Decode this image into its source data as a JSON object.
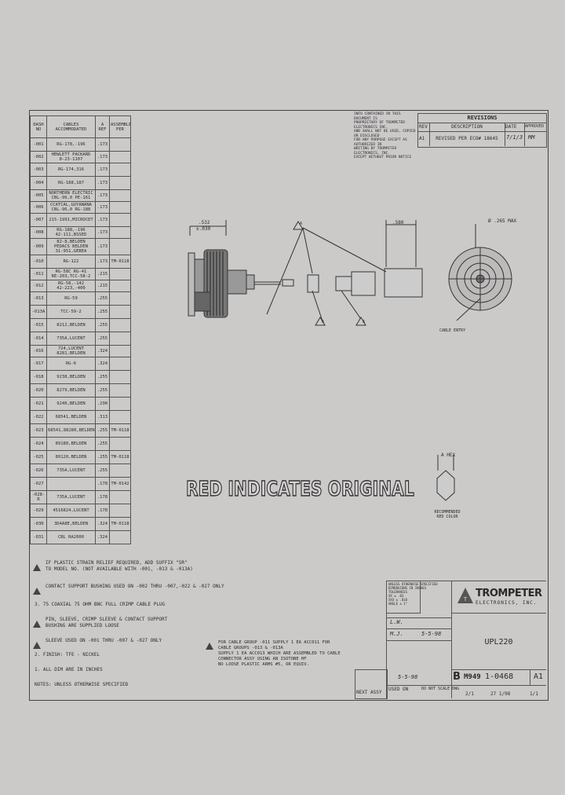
{
  "table": {
    "headers": [
      "DASH\nNO",
      "CABLES\nACCOMMODATED",
      "A\nREF",
      "ASSEMBLE\nPER"
    ],
    "rows": [
      [
        "-001",
        "RG-178,-196",
        ".173",
        ""
      ],
      [
        "-002",
        "HEWLETT PACKARD\n8-23-1107",
        ".173",
        ""
      ],
      [
        "-003",
        "RG-174,316",
        ".173",
        ""
      ],
      [
        "-004",
        "RG-188,187",
        ".173",
        ""
      ],
      [
        "-005",
        "NORTHERN ELECTRIC\nCBL-96,0 PE-161",
        ".173",
        ""
      ],
      [
        "-006",
        "CCATCAL,GUYANANA\nCBL-96,0 RG-188",
        ".173",
        ""
      ],
      [
        "-007",
        "215-1991,MICROCDT",
        ".173",
        ""
      ],
      [
        "-008",
        "RG-188,-196\n42-111,BSSED",
        ".173",
        ""
      ],
      [
        "-009",
        "82-8,BELDEN\nPEDACS BELDEN\n31-951,GEBEA",
        ".173",
        ""
      ],
      [
        "-010",
        "RG-122",
        ".173",
        "TM-0118"
      ],
      [
        "-011",
        "RG-58C RG-41\nRE-203,TCC-58-2",
        ".215",
        ""
      ],
      [
        "-012",
        "RG-58,-142\n42-223,-400",
        ".215",
        ""
      ],
      [
        "-013",
        "RG-59",
        ".255",
        ""
      ],
      [
        "-013A",
        "TCC-59-2",
        ".255",
        ""
      ],
      [
        "-015",
        "8212,BELDEN",
        ".255",
        ""
      ],
      [
        "-014",
        "735A,LUCENT",
        ".255",
        ""
      ],
      [
        "-016",
        "724,LUCENT\n8281,BELDEN",
        ".324",
        ""
      ],
      [
        "-017",
        "RG-6",
        ".324",
        ""
      ],
      [
        "-018",
        "9238,BELDEN",
        ".255",
        ""
      ],
      [
        "-020",
        "8279,BELDEN",
        ".255",
        ""
      ],
      [
        "-021",
        "9240,BELDEN",
        ".290",
        ""
      ],
      [
        "-022",
        "68541,BELDEN",
        ".313",
        ""
      ],
      [
        "-023",
        "68541,88280,BELDEN",
        ".255",
        "TM-0118"
      ],
      [
        "-024",
        "89180,BELDEN",
        ".255",
        ""
      ],
      [
        "-025",
        "89120,BELDEN",
        ".255",
        "TM-0118"
      ],
      [
        "-026",
        "735A,LUCENT",
        ".255",
        ""
      ],
      [
        "-027",
        "",
        ".178",
        "TM-0142"
      ],
      [
        "-028-R",
        "735A,LUCENT",
        ".178",
        ""
      ],
      [
        "-029",
        "4516824,LUCENT",
        ".178",
        ""
      ],
      [
        "-030",
        "3D4A8E,BELDEN",
        ".324",
        "TM-0118"
      ],
      [
        "-031",
        "CBL RA2000",
        ".324",
        ""
      ]
    ]
  },
  "revisions": {
    "notice": "INFO CONTAINED IN THIS DOCUMENT IS\nPROPRIETARY OF TROMPETER ELECTRONICS INC.\nAND SHALL NOT BE USED, COPIED OR DISCLOSED\nFOR ANY PURPOSE EXCEPT AS AUTHORIZED IN\nWRITING BY TROMPETER ELECTRONICS, INC.\nEXCEPT WITHOUT PRIOR NOTICE",
    "title": "REVISIONS",
    "col_rev": "REV",
    "col_desc": "DESCRIPTION",
    "col_date": "DATE",
    "col_approved": "APPROVED",
    "rev": "A1",
    "desc": "REVISED PER ECO# 18645",
    "date": "7/1/3",
    "approved": "MM"
  },
  "drawing": {
    "dim_left": ".532",
    "dim_left2": "±.030",
    "dim_right": ".580",
    "dia_label": "Ø .265 MAX",
    "cable_entry": "CABLE ENTRY",
    "flag_a": "A",
    "flag_b": "A",
    "flag_c": "A",
    "hex": "A HEX",
    "hex_note": "RECOMMENDED\nRED COLOR"
  },
  "watermark": "RED INDICATES ORIGINAL",
  "notes": [
    "IF PLASTIC STRAIN RELIEF REQUIRED, ADD SUFFIX \"SR\"\nTO MODEL NO. (NOT AVAILABLE WITH -001, -013 & -013A)",
    "CONTACT SUPPORT BUSHING USED ON -002 THRU -007,-022 & -027 ONLY",
    "3. 75 COAXIAL 75 OHM BNC FULL CRIMP CABLE PLUG",
    "PIN, SLEEVE, CRIMP SLEEVE & CONTACT SUPPORT\nBUSHING ARE SUPPLIED LOOSE",
    "SLEEVE USED ON -001 THRU -007 & -027 ONLY",
    "2. FINISH: TFE - NICKEL",
    "1. ALL DIM ARE IN INCHES",
    "NOTES: UNLESS OTHERWISE SPECIFIED"
  ],
  "note_right": "FOR CABLE GROUP -011 SUPPLY 1 EA ACC011 FOR\nCABLE GROUPS -013 & -013A\nSUPPLY 1 EA ACC013 WHICH ARE ASSEMBLED TO CABLE\nCONNECTOR ASSY USING AN ISOTONE HF\nNO LOOSE PLASTIC ARMS #5, OR EQUIV.",
  "title_block": {
    "company": "TROMPETER",
    "company_sub": "ELECTRONICS, INC.",
    "tolerances": "UNLESS OTHERWISE SPECIFIED\nDIMENSIONS IN INCHES\nTOLERANCES\nXX ± .03\nXXX ± .010\nANGLE ± 1°",
    "part_name": "UPL220",
    "size": "B",
    "cage": "M949",
    "dwg_no": "1-0468",
    "rev": "A1",
    "scale_label": "DO NOT SCALE DWG",
    "scale": "2/1",
    "sheet": "1/1",
    "date": "27 1/98",
    "next_assy": "NEXT ASSY",
    "used_on": "USED ON",
    "dr": "L.W.",
    "chk": "M.J.",
    "dr_date": "5-5-98",
    "chk_date": "5-5-98"
  }
}
